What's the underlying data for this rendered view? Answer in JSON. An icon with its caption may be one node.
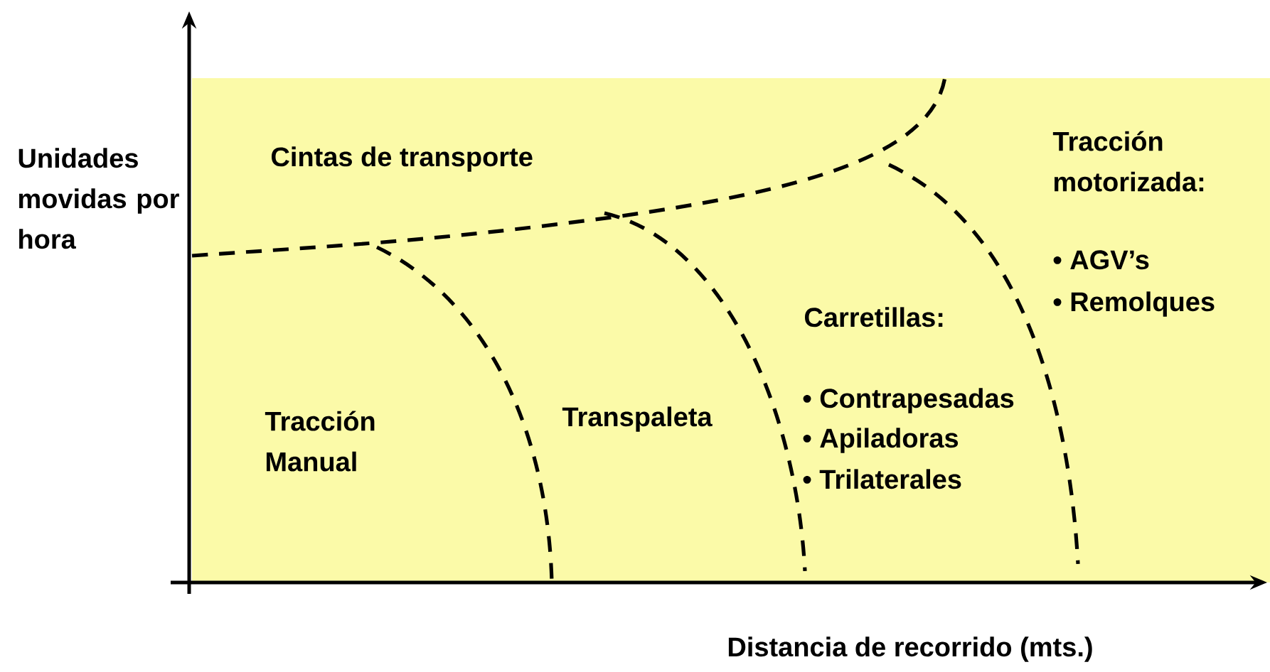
{
  "diagram": {
    "labels": [
      "Unidades movidas por hora",
      "Cintas de transporte",
      "Tracción motorizada:",
      "• AGV’s",
      "• Remolques",
      "Carretillas:",
      "Tracción Manual",
      "Transpaleta",
      "• Contrapesadas",
      "• Apiladoras",
      "• Trilaterales",
      "Distancia de recorrido (mts.)"
    ]
  }
}
